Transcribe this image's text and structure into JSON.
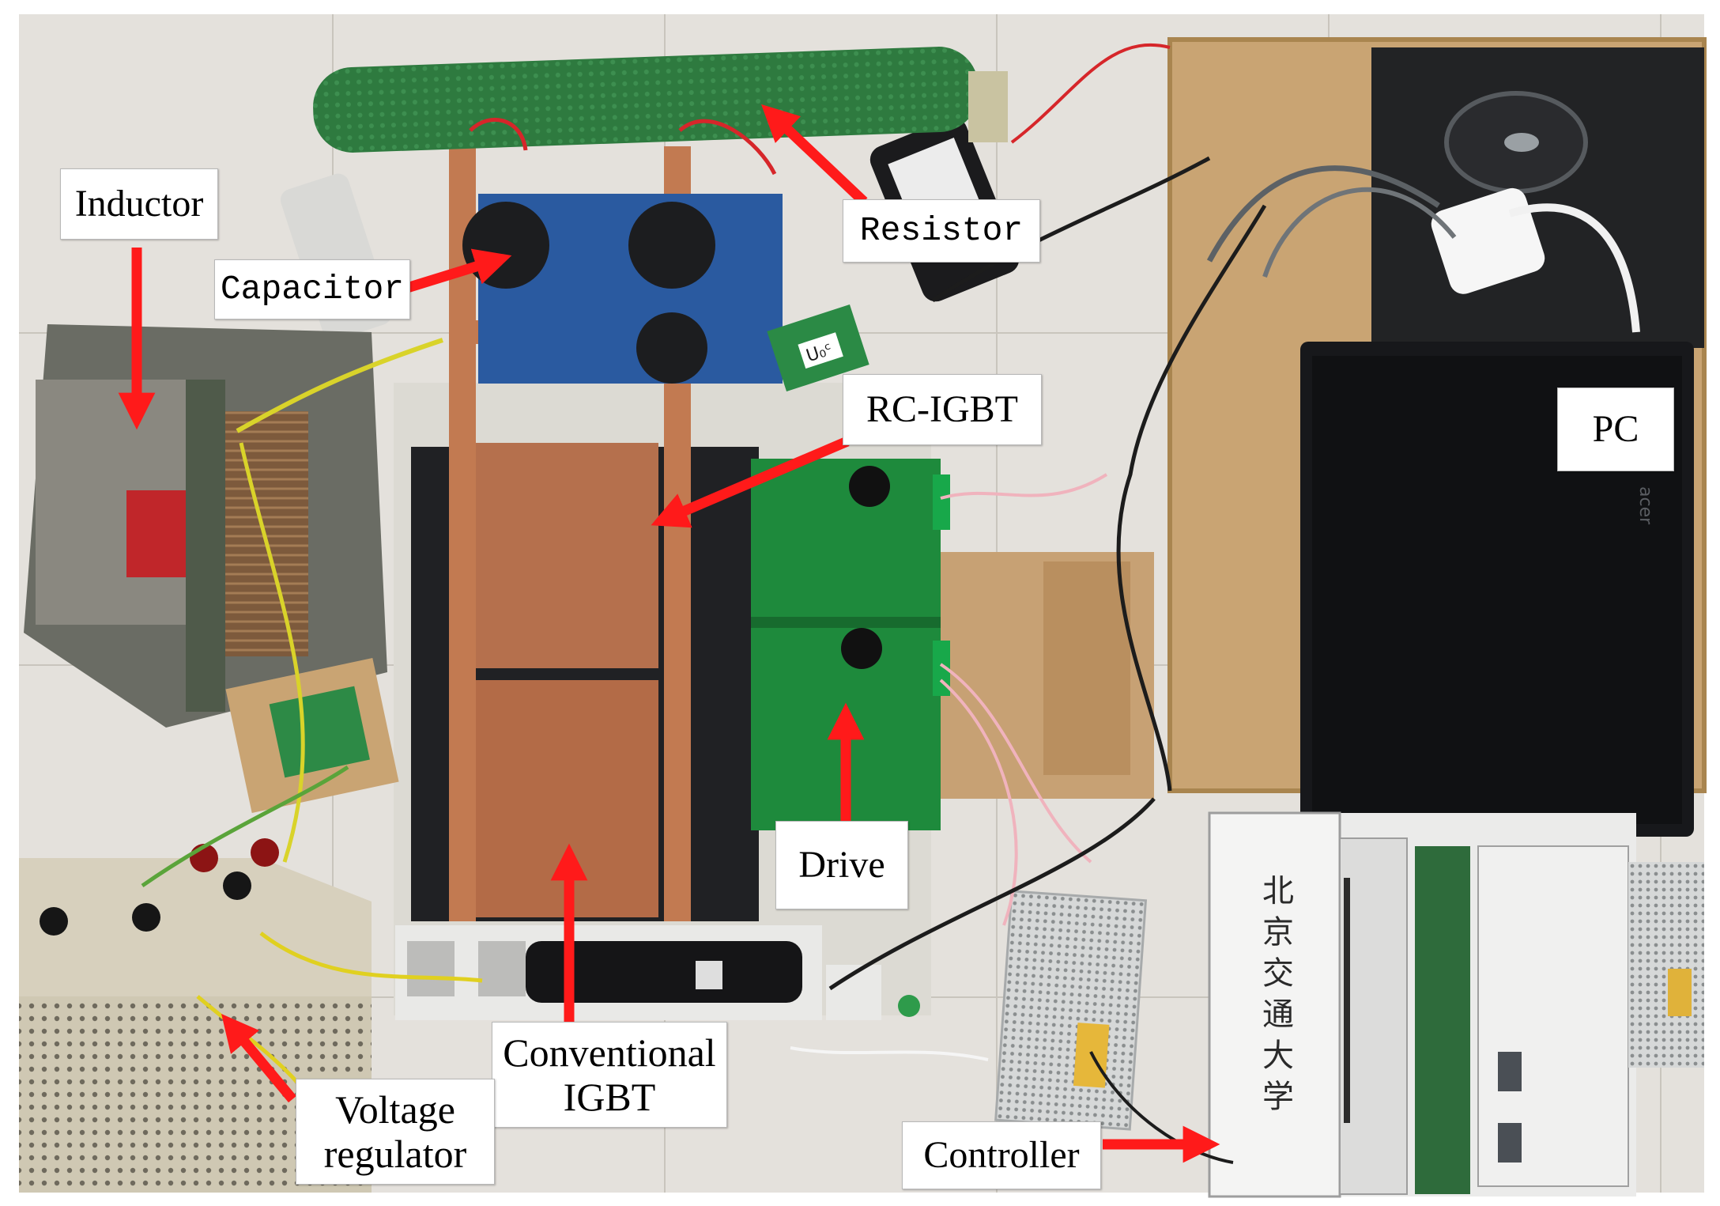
{
  "labels": {
    "inductor": "Inductor",
    "capacitor": "Capacitor",
    "resistor": "Resistor",
    "rc_igbt": "RC-IGBT",
    "pc": "PC",
    "drive": "Drive",
    "conventional_igbt_line1": "Conventional",
    "conventional_igbt_line2": "IGBT",
    "voltage_regulator_line1": "Voltage",
    "voltage_regulator_line2": "regulator",
    "controller": "Controller"
  },
  "scene_text": {
    "controller_panel_chars": [
      "北",
      "京",
      "交",
      "通",
      "大",
      "学"
    ],
    "capacitor_marking": "U₀ᶜ"
  },
  "colors": {
    "arrow": "#ff1a1a",
    "floor": "#e4e1dc",
    "copper": "#b5704d",
    "pcb": "#1e8a3c",
    "resistor": "#2e7a3f",
    "laptop": "#17181b",
    "cardboard": "#c9a473"
  }
}
